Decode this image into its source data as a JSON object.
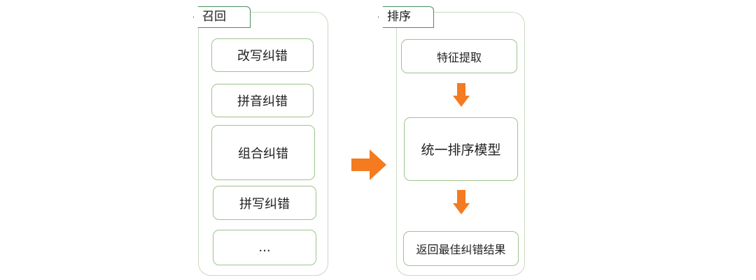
{
  "colors": {
    "arrow": "#f47b20",
    "tab_border": "#4a8f5e",
    "box_border": "#9cc58e",
    "panel_border": "#c9d9bf"
  },
  "recall": {
    "title": "召回",
    "items": [
      "改写纠错",
      "拼音纠错",
      "组合纠错",
      "拼写纠错",
      "..."
    ]
  },
  "rank": {
    "title": "排序",
    "steps": [
      "特征提取",
      "统一排序模型",
      "返回最佳纠错结果"
    ]
  },
  "icons": {
    "main_arrow": "right-arrow-icon",
    "step_arrow": "down-arrow-icon"
  }
}
